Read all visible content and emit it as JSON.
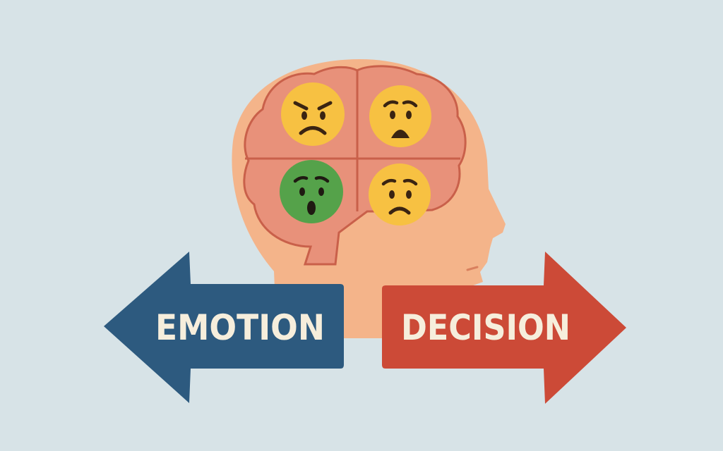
{
  "labels": {
    "left_arrow": "EMOTION",
    "right_arrow": "DECISION"
  },
  "colors": {
    "background": "#d7e3e7",
    "head": "#f4b48a",
    "brain": "#e8917a",
    "brain_outline": "#c9604a",
    "emoji_yellow": "#f7c142",
    "emoji_green": "#55a24a",
    "left_arrow": "#2d5a7f",
    "right_arrow": "#cc4a37"
  },
  "emojis": [
    {
      "name": "angry-face-icon",
      "color": "yellow"
    },
    {
      "name": "fearful-face-icon",
      "color": "yellow"
    },
    {
      "name": "shocked-face-icon",
      "color": "green"
    },
    {
      "name": "sad-face-icon",
      "color": "yellow"
    }
  ]
}
